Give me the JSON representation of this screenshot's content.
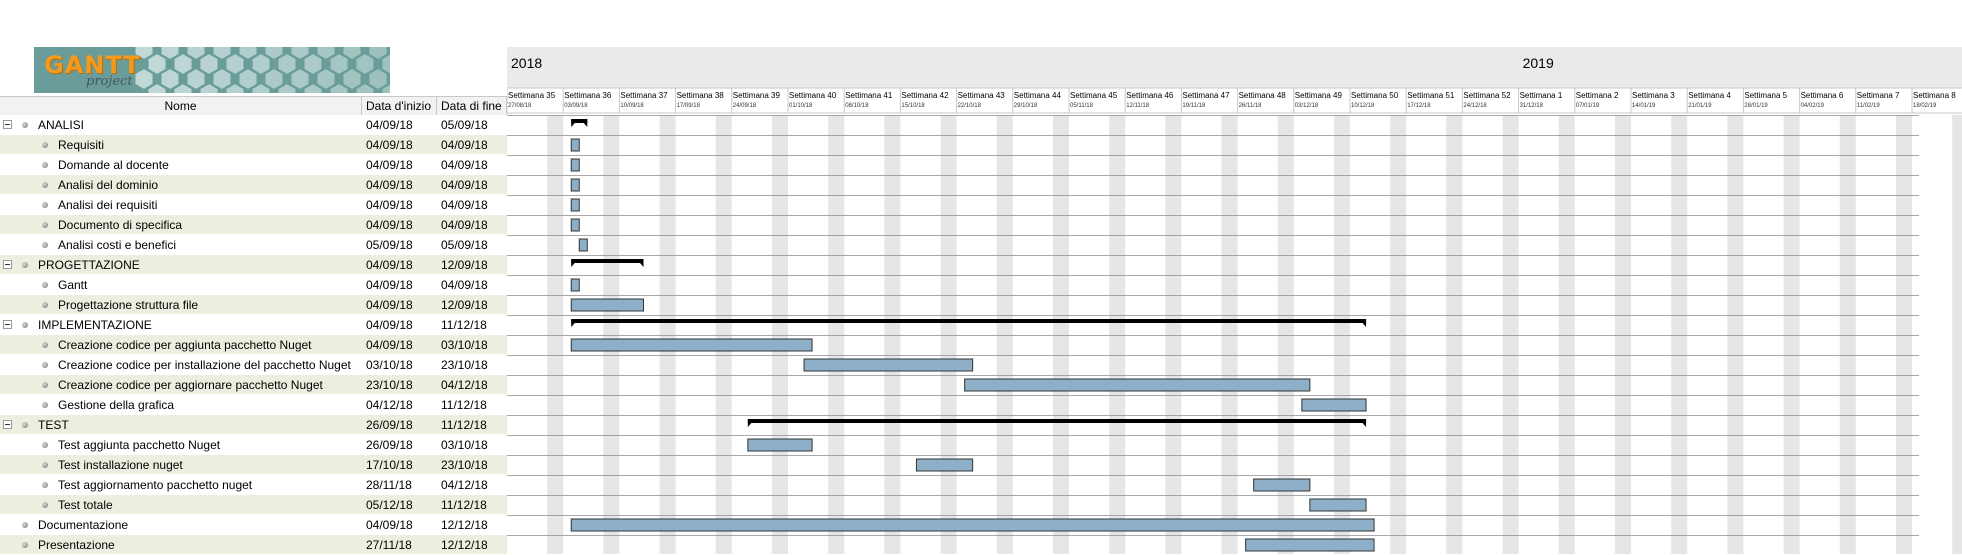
{
  "app": {
    "logo_word": "GANTT",
    "logo_sub": "project"
  },
  "table": {
    "header": {
      "name": "Nome",
      "start": "Data d'inizio",
      "end": "Data di fine"
    }
  },
  "tasks": [
    {
      "name": "ANALISI",
      "start": "04/09/18",
      "end": "05/09/18",
      "level": 0,
      "group": true,
      "expander": true
    },
    {
      "name": "Requisiti",
      "start": "04/09/18",
      "end": "04/09/18",
      "level": 1,
      "group": false
    },
    {
      "name": "Domande al docente",
      "start": "04/09/18",
      "end": "04/09/18",
      "level": 1,
      "group": false
    },
    {
      "name": "Analisi del dominio",
      "start": "04/09/18",
      "end": "04/09/18",
      "level": 1,
      "group": false
    },
    {
      "name": "Analisi dei requisiti",
      "start": "04/09/18",
      "end": "04/09/18",
      "level": 1,
      "group": false
    },
    {
      "name": "Documento di specifica",
      "start": "04/09/18",
      "end": "04/09/18",
      "level": 1,
      "group": false
    },
    {
      "name": "Analisi costi e benefici",
      "start": "05/09/18",
      "end": "05/09/18",
      "level": 1,
      "group": false
    },
    {
      "name": "PROGETTAZIONE",
      "start": "04/09/18",
      "end": "12/09/18",
      "level": 0,
      "group": true,
      "expander": true
    },
    {
      "name": "Gantt",
      "start": "04/09/18",
      "end": "04/09/18",
      "level": 1,
      "group": false
    },
    {
      "name": "Progettazione struttura file",
      "start": "04/09/18",
      "end": "12/09/18",
      "level": 1,
      "group": false
    },
    {
      "name": "IMPLEMENTAZIONE",
      "start": "04/09/18",
      "end": "11/12/18",
      "level": 0,
      "group": true,
      "expander": true
    },
    {
      "name": "Creazione codice per aggiunta pacchetto Nuget",
      "start": "04/09/18",
      "end": "03/10/18",
      "level": 1,
      "group": false
    },
    {
      "name": "Creazione codice per installazione del pacchetto Nuget",
      "start": "03/10/18",
      "end": "23/10/18",
      "level": 1,
      "group": false
    },
    {
      "name": "Creazione codice per aggiornare pacchetto Nuget",
      "start": "23/10/18",
      "end": "04/12/18",
      "level": 1,
      "group": false
    },
    {
      "name": "Gestione della grafica",
      "start": "04/12/18",
      "end": "11/12/18",
      "level": 1,
      "group": false
    },
    {
      "name": "TEST",
      "start": "26/09/18",
      "end": "11/12/18",
      "level": 0,
      "group": true,
      "expander": true
    },
    {
      "name": "Test aggiunta pacchetto Nuget",
      "start": "26/09/18",
      "end": "03/10/18",
      "level": 1,
      "group": false
    },
    {
      "name": "Test installazione nuget",
      "start": "17/10/18",
      "end": "23/10/18",
      "level": 1,
      "group": false
    },
    {
      "name": "Test aggiornamento pacchetto nuget",
      "start": "28/11/18",
      "end": "04/12/18",
      "level": 1,
      "group": false
    },
    {
      "name": "Test totale",
      "start": "05/12/18",
      "end": "11/12/18",
      "level": 1,
      "group": false
    },
    {
      "name": "Documentazione",
      "start": "04/09/18",
      "end": "12/12/18",
      "level": 0,
      "group": false
    },
    {
      "name": "Presentazione",
      "start": "27/11/18",
      "end": "12/12/18",
      "level": 0,
      "group": false
    }
  ],
  "timeline": {
    "years": [
      {
        "label": "2018",
        "week_index": 0
      },
      {
        "label": "2019",
        "week_index": 18
      }
    ],
    "weeks": [
      {
        "label": "Settimana 35",
        "date": "27/08/18"
      },
      {
        "label": "Settimana 36",
        "date": "03/09/18"
      },
      {
        "label": "Settimana 37",
        "date": "10/09/18"
      },
      {
        "label": "Settimana 38",
        "date": "17/09/18"
      },
      {
        "label": "Settimana 39",
        "date": "24/09/18"
      },
      {
        "label": "Settimana 40",
        "date": "01/10/18"
      },
      {
        "label": "Settimana 41",
        "date": "08/10/18"
      },
      {
        "label": "Settimana 42",
        "date": "15/10/18"
      },
      {
        "label": "Settimana 43",
        "date": "22/10/18"
      },
      {
        "label": "Settimana 44",
        "date": "29/10/18"
      },
      {
        "label": "Settimana 45",
        "date": "05/11/18"
      },
      {
        "label": "Settimana 46",
        "date": "12/11/18"
      },
      {
        "label": "Settimana 47",
        "date": "19/11/18"
      },
      {
        "label": "Settimana 48",
        "date": "26/11/18"
      },
      {
        "label": "Settimana 49",
        "date": "03/12/18"
      },
      {
        "label": "Settimana 50",
        "date": "10/12/18"
      },
      {
        "label": "Settimana 51",
        "date": "17/12/18"
      },
      {
        "label": "Settimana 52",
        "date": "24/12/18"
      },
      {
        "label": "Settimana 1",
        "date": "31/12/18"
      },
      {
        "label": "Settimana 2",
        "date": "07/01/19"
      },
      {
        "label": "Settimana 3",
        "date": "14/01/19"
      },
      {
        "label": "Settimana 4",
        "date": "21/01/19"
      },
      {
        "label": "Settimana 5",
        "date": "28/01/19"
      },
      {
        "label": "Settimana 6",
        "date": "04/02/19"
      },
      {
        "label": "Settimana 7",
        "date": "11/02/19"
      },
      {
        "label": "Settimana 8",
        "date": "18/02/19"
      }
    ]
  },
  "colors": {
    "task_bar": "#8db0c8",
    "task_bar_border": "#333333",
    "summary_bar": "#000000",
    "weekend_shade": "#e6e6e6",
    "row_alt": "#eeeee0",
    "header_bg": "#eaeaea",
    "logo_bg": "#6a9d9a",
    "logo_word": "#f39a1e"
  }
}
